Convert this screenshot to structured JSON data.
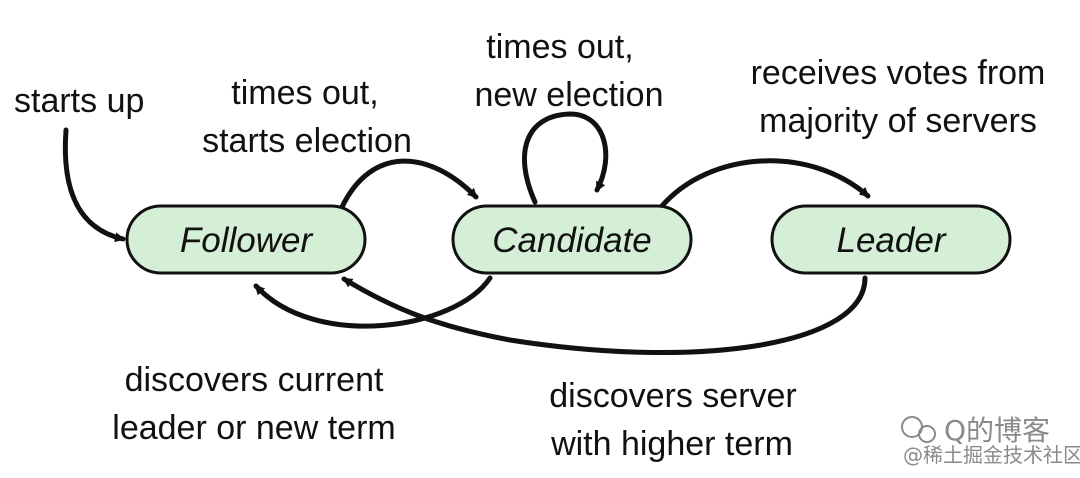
{
  "states": {
    "follower": "Follower",
    "candidate": "Candidate",
    "leader": "Leader"
  },
  "labels": {
    "start": "starts up",
    "follower_to_candidate": [
      "times out,",
      "starts election"
    ],
    "candidate_self": [
      "times out,",
      "new election"
    ],
    "candidate_to_leader": [
      "receives votes from",
      "majority of servers"
    ],
    "candidate_to_follower": [
      "discovers current",
      "leader or new term"
    ],
    "leader_to_follower": [
      "discovers server",
      "with higher term"
    ]
  },
  "watermark": {
    "line1": "Q的博客",
    "line2": "@稀土掘金技术社区"
  },
  "colors": {
    "state_fill": "#d5efd6",
    "stroke": "#111111",
    "watermark": "#8a8a8a"
  }
}
